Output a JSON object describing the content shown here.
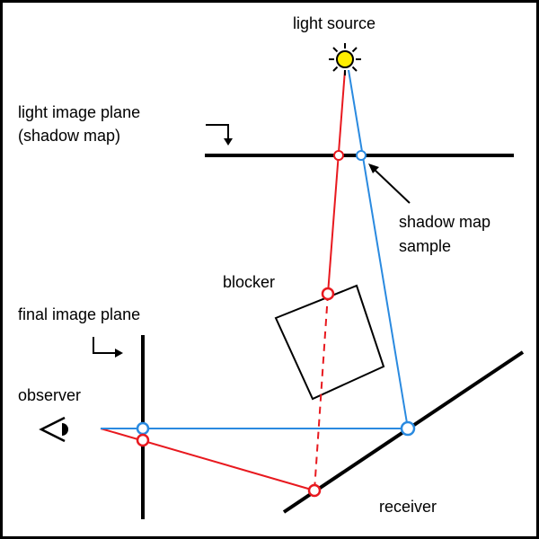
{
  "labels": {
    "light_source": "light source",
    "light_plane_line1": "light image plane",
    "light_plane_line2": "(shadow map)",
    "shadow_sample_line1": "shadow map",
    "shadow_sample_line2": "sample",
    "blocker": "blocker",
    "final_plane": "final image plane",
    "observer": "observer",
    "receiver": "receiver"
  },
  "colors": {
    "red_ray": "#e8191f",
    "blue_ray": "#2a8ae0",
    "light_fill": "#ffee00",
    "black": "#000000",
    "background": "#ffffff"
  },
  "icons": {
    "observer": "eye-icon",
    "light": "sun-icon"
  }
}
